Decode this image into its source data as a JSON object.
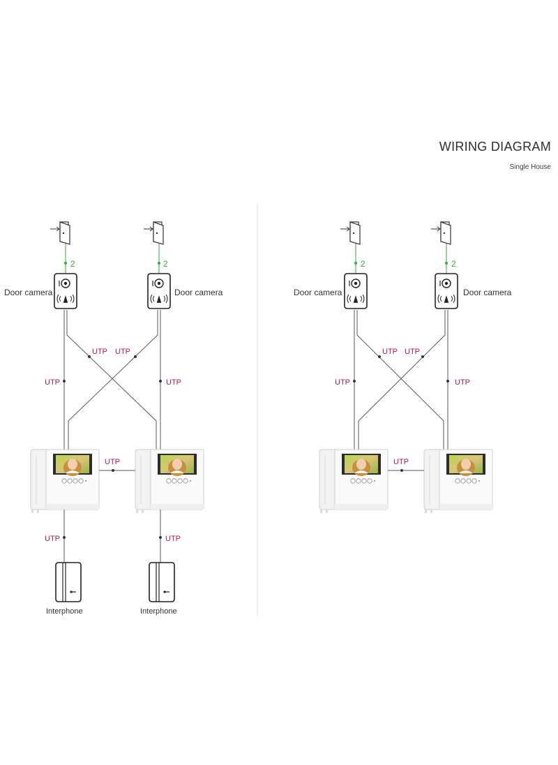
{
  "header": {
    "title": "WIRING DIAGRAM",
    "subtitle": "Single House"
  },
  "left": {
    "door_camera_left_label": "Door camera",
    "door_camera_right_label": "Door camera",
    "lock_wire_left": "2",
    "lock_wire_right": "2",
    "cable_cross_left": "UTP",
    "cable_cross_right": "UTP",
    "cable_vertical_left": "UTP",
    "cable_vertical_right": "UTP",
    "cable_monitor_link": "UTP",
    "cable_interphone_left": "UTP",
    "cable_interphone_right": "UTP",
    "interphone_left_label": "Interphone",
    "interphone_right_label": "Interphone"
  },
  "right": {
    "door_camera_left_label": "Door camera",
    "door_camera_right_label": "Door camera",
    "lock_wire_left": "2",
    "lock_wire_right": "2",
    "cable_cross_left": "UTP",
    "cable_cross_right": "UTP",
    "cable_vertical_left": "UTP",
    "cable_vertical_right": "UTP",
    "cable_monitor_link": "UTP"
  },
  "colors": {
    "utp_label": "#b5174e",
    "lock_wire": "#3aa640",
    "wire": "#5a5a5a",
    "divider": "#d8d8d8"
  },
  "icons": [
    "door-lock-icon",
    "door-camera-icon",
    "indoor-monitor-icon",
    "interphone-icon"
  ]
}
